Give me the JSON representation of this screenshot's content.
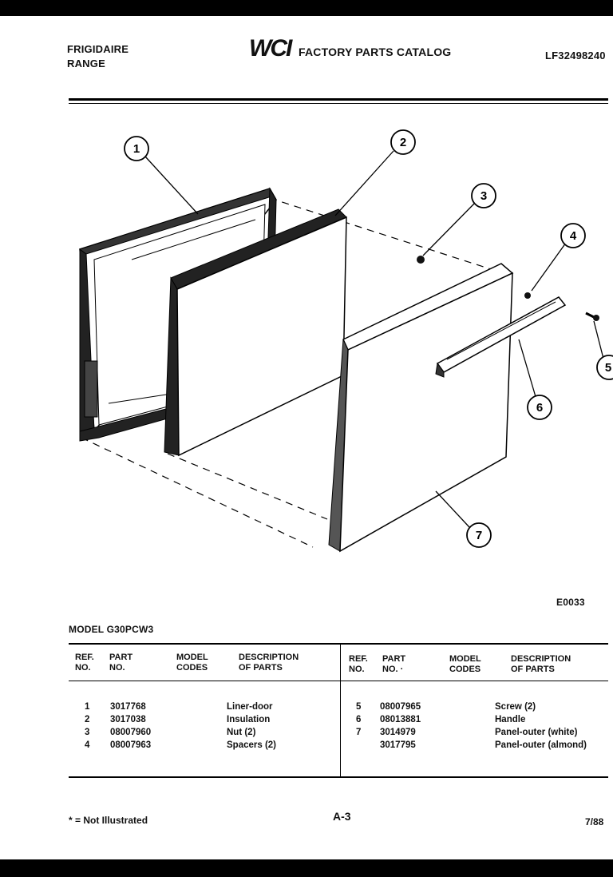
{
  "header": {
    "brand_line1": "FRIGIDAIRE",
    "brand_line2": "RANGE",
    "logo": "WCI",
    "catalog_title": "FACTORY PARTS CATALOG",
    "catalog_number": "LF32498240"
  },
  "diagram": {
    "code": "E0033",
    "callouts": [
      "1",
      "2",
      "3",
      "4",
      "5",
      "6",
      "7"
    ]
  },
  "model_label": "MODEL G30PCW3",
  "table": {
    "headers": {
      "ref": [
        "REF.",
        "NO."
      ],
      "part": [
        "PART",
        "NO."
      ],
      "model": [
        "MODEL",
        "CODES"
      ],
      "desc": [
        "DESCRIPTION",
        "OF PARTS"
      ]
    },
    "right_part_header_line2": "NO. ·",
    "left_rows": [
      {
        "ref": "1",
        "part": "3017768",
        "desc": "Liner-door"
      },
      {
        "ref": "2",
        "part": "3017038",
        "desc": "Insulation"
      },
      {
        "ref": "3",
        "part": "08007960",
        "desc": "Nut (2)"
      },
      {
        "ref": "4",
        "part": "08007963",
        "desc": "Spacers (2)"
      }
    ],
    "right_rows": [
      {
        "ref": "5",
        "part": "08007965",
        "desc": "Screw (2)"
      },
      {
        "ref": "6",
        "part": "08013881",
        "desc": "Handle"
      },
      {
        "ref": "7",
        "part": "3014979",
        "desc": "Panel-outer (white)"
      },
      {
        "ref": "",
        "part": "3017795",
        "desc": "Panel-outer (almond)"
      }
    ]
  },
  "footer": {
    "note": "* = Not Illustrated",
    "page": "A-3",
    "date": "7/88"
  }
}
